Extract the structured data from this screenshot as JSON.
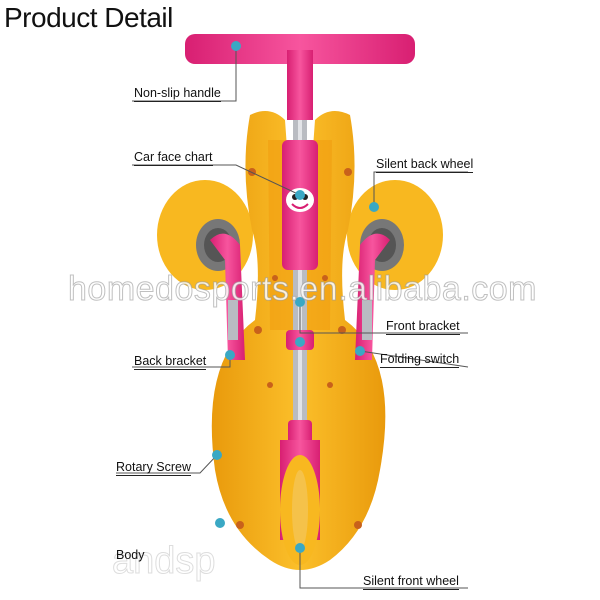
{
  "title": "Product Detail",
  "watermark": "homedosports.en.alibaba.com",
  "watermark_bottom": "andsp",
  "labels": {
    "non_slip_handle": "Non-slip handle",
    "car_face_chart": "Car face chart",
    "silent_back_wheel": "Silent back wheel",
    "front_bracket": "Front bracket",
    "back_bracket": "Back bracket",
    "folding_switch": "Folding switch",
    "rotary_screw": "Rotary Screw",
    "body": "Body",
    "silent_front_wheel": "Silent front wheel"
  },
  "colors": {
    "body_yellow": "#f7b21a",
    "handle_pink": "#ef3b8c",
    "pointer_dot": "#3aa8c4",
    "stem_grey": "#b9bcc2"
  }
}
